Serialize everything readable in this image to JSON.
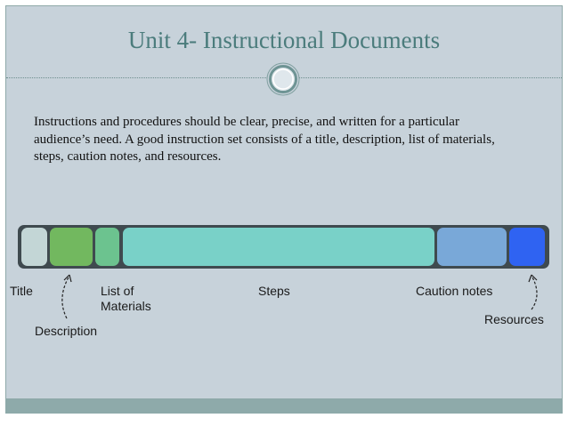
{
  "slide": {
    "title": "Unit 4- Instructional Documents",
    "body": "Instructions and procedures should be clear, precise, and written for a particular audience’s need. A good instruction set consists of a title, description, list of materials, steps, caution notes, and resources."
  },
  "diagram": {
    "segments": [
      {
        "name": "title",
        "color": "#c3d6d6"
      },
      {
        "name": "description",
        "color": "#72b85f"
      },
      {
        "name": "list-of-materials",
        "color": "#6cc38f"
      },
      {
        "name": "steps",
        "color": "#79d1c8"
      },
      {
        "name": "caution-notes",
        "color": "#79a8d8"
      },
      {
        "name": "resources",
        "color": "#2f63f2"
      }
    ],
    "labels": {
      "title": "Title",
      "description": "Description",
      "materials_line1": "List of",
      "materials_line2": "Materials",
      "steps": "Steps",
      "caution": "Caution notes",
      "resources": "Resources"
    }
  },
  "theme": {
    "background": "#c7d2da",
    "title_color": "#4b7c7c",
    "footer_band": "#8eaaaa"
  }
}
